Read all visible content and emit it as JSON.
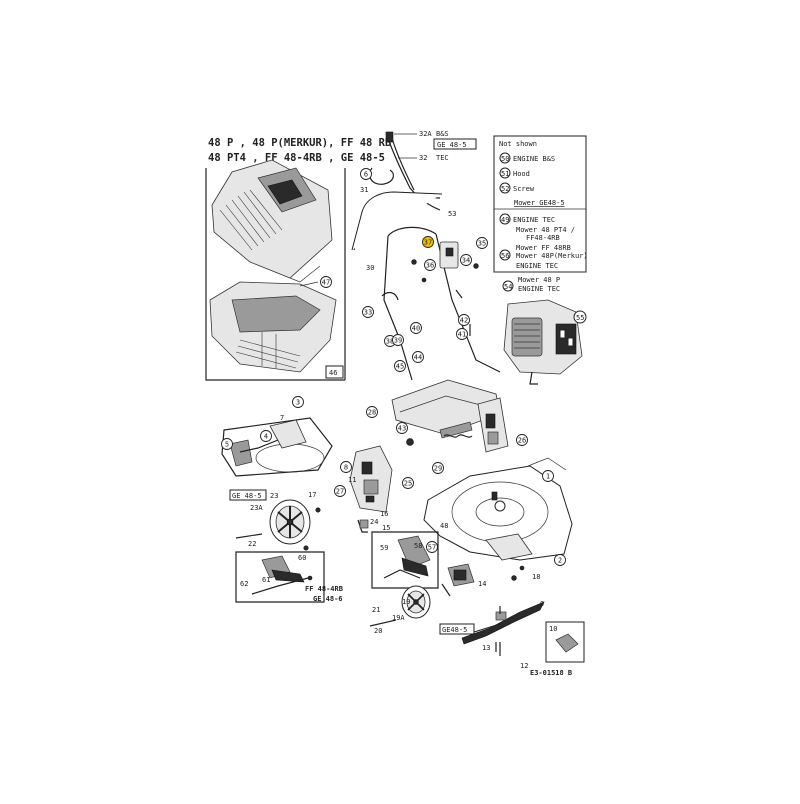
{
  "header": {
    "line1": "48 P  , 48 P(MERKUR), FF 48 RB",
    "line2": "48 PT4 , FF 48-4RB , GE 48-5"
  },
  "cable_labels": {
    "c32a": "32A",
    "c32a_a": "B&S",
    "c32a_b": "GE 48-5",
    "c32": "32",
    "c32_b": "TEC"
  },
  "legend": {
    "title": "Not shown",
    "items": [
      {
        "num": "50",
        "text": "ENGINE  B&S"
      },
      {
        "num": "51",
        "text": "Hood"
      },
      {
        "num": "52",
        "text": "Screw"
      }
    ],
    "note1": "Mower GE48-5",
    "item49": {
      "num": "49",
      "text": "ENGINE TEC"
    },
    "note49a": "Mower 48 PT4 /",
    "note49b": "FF48-4RB",
    "note56a": "Mower FF 48RB",
    "note56b": "Mower 48P(Merkur)",
    "item56": {
      "num": "56",
      "text": "ENGINE TEC"
    }
  },
  "engine_note": {
    "line1": "Mower 48 P",
    "line2": "ENGINE  TEC",
    "num54": "54",
    "num55": "55"
  },
  "inset_box_num": "46",
  "variant_labels": {
    "ge485_a": "GE 48-5",
    "ff484rb": "FF 48-4RB",
    "ge486": "GE 48-6",
    "ge485_b": "GE48-5"
  },
  "circled": [
    "1",
    "2",
    "3",
    "4",
    "5",
    "6",
    "8",
    "25",
    "26",
    "27",
    "28",
    "29",
    "33",
    "34",
    "35",
    "36",
    "37",
    "38",
    "39",
    "40",
    "41",
    "42",
    "43",
    "44",
    "45",
    "47",
    "55",
    "57"
  ],
  "plain": [
    "7",
    "9",
    "10",
    "11",
    "12",
    "13",
    "14",
    "15",
    "16",
    "17",
    "18",
    "19",
    "19A",
    "20",
    "21",
    "22",
    "23",
    "23A",
    "24",
    "30",
    "31",
    "48",
    "53",
    "58",
    "59",
    "60",
    "61",
    "62"
  ],
  "part_ref": "E3-01518 B",
  "small_box_num": "10",
  "colors": {
    "ink": "#222222",
    "highlight": "#f2c200"
  }
}
